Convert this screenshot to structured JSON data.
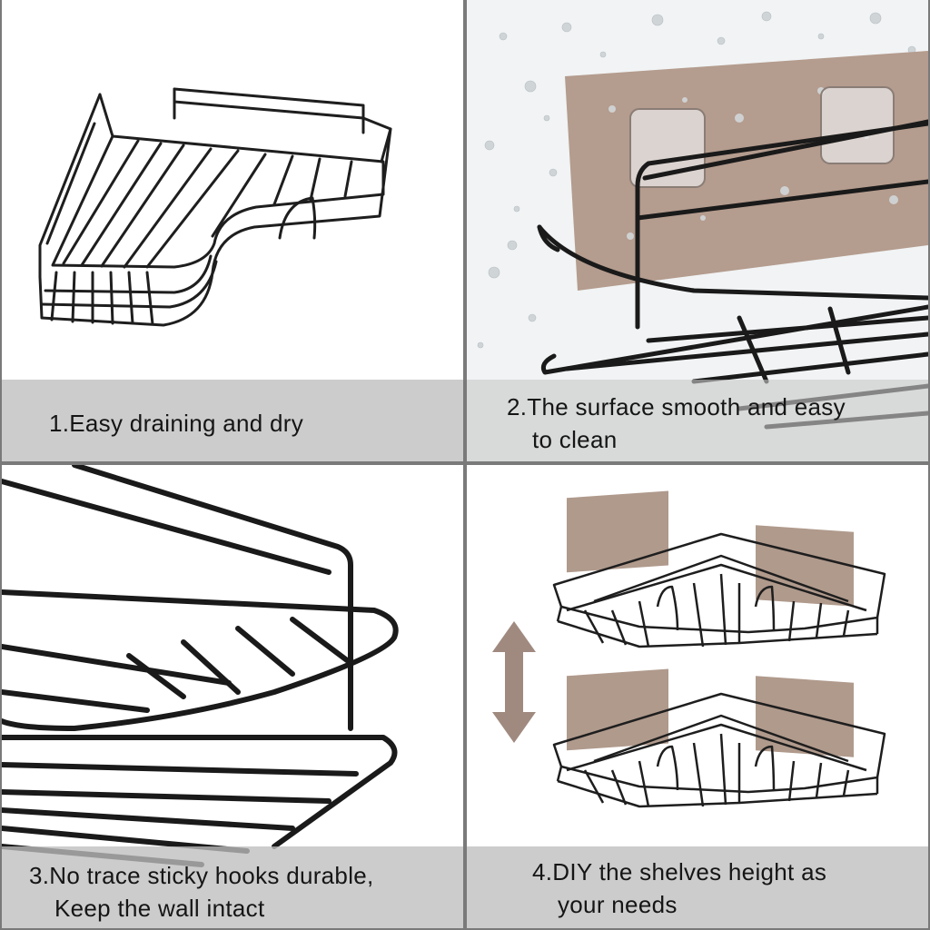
{
  "panels": [
    {
      "caption_lines": [
        "1.Easy draining and dry"
      ]
    },
    {
      "caption_lines": [
        "2.The surface smooth and easy",
        "to clean"
      ]
    },
    {
      "caption_lines": [
        "3.No trace sticky hooks durable,",
        "Keep the wall intact"
      ]
    },
    {
      "caption_lines": [
        "4.DIY the shelves height as",
        "your needs"
      ]
    }
  ],
  "colors": {
    "wire": "#1e1e1e",
    "hook_plate": "#b09a8c",
    "arrow": "#a08a80",
    "caption_bar": "#bdbdbd"
  },
  "icons": [
    "corner-shelf",
    "adhesive-hook-plate",
    "water-droplets",
    "double-arrow-vertical"
  ]
}
